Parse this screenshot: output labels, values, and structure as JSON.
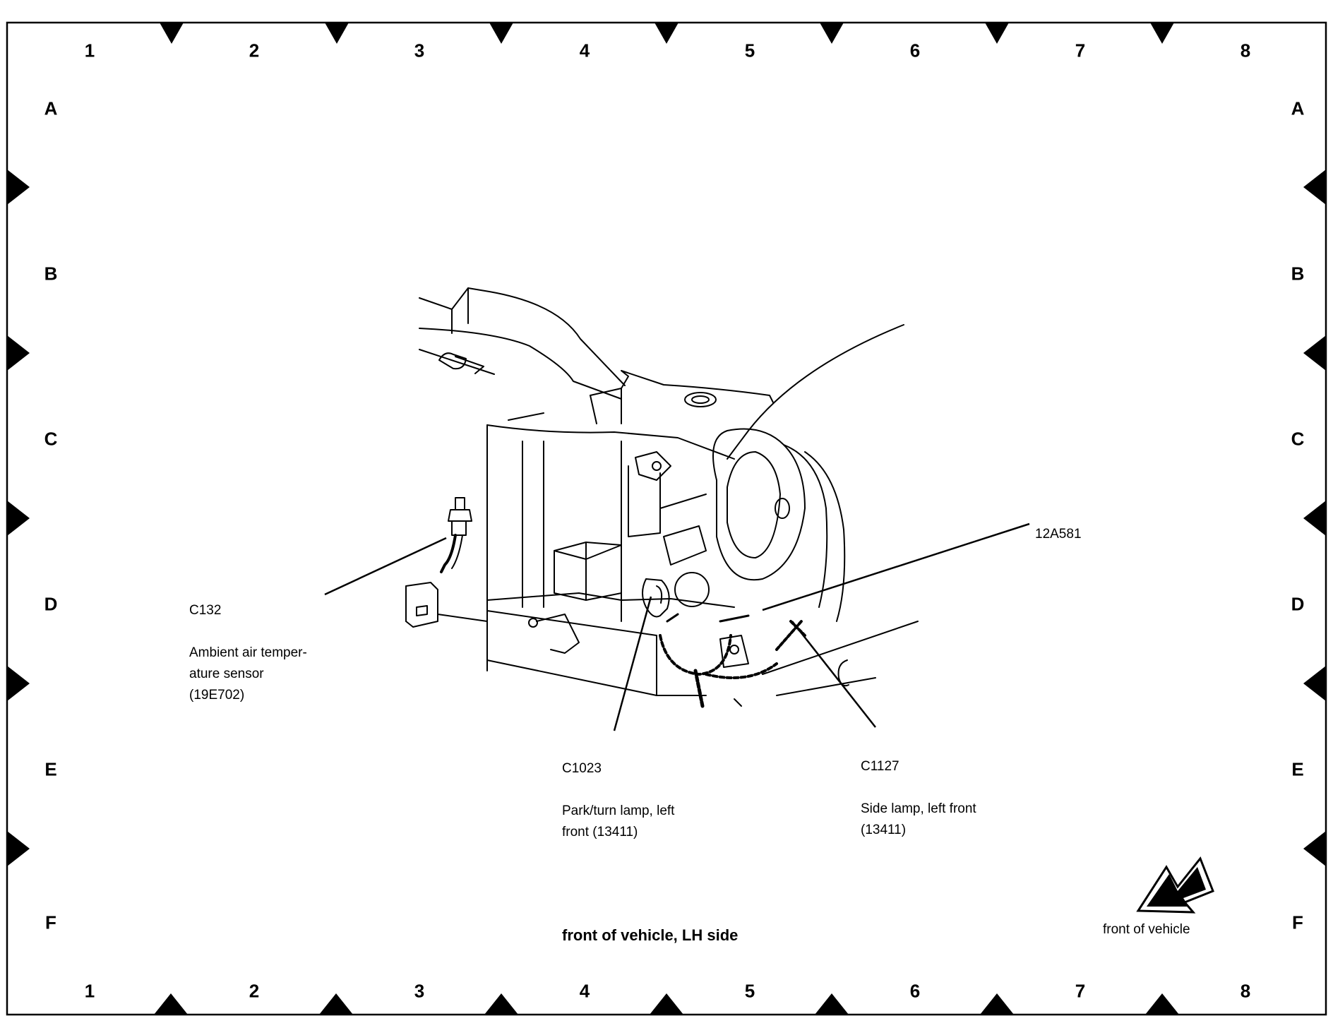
{
  "diagram": {
    "type": "component-location-view",
    "grid": {
      "columns": [
        "1",
        "2",
        "3",
        "4",
        "5",
        "6",
        "7",
        "8"
      ],
      "rows": [
        "A",
        "B",
        "C",
        "D",
        "E",
        "F"
      ]
    },
    "callouts": [
      {
        "id": "c132",
        "code": "C132",
        "description": "Ambient air temper-\nature sensor\n(19E702)"
      },
      {
        "id": "c1023",
        "code": "C1023",
        "description": "Park/turn lamp, left\nfront (13411)"
      },
      {
        "id": "c1127",
        "code": "C1127",
        "description": "Side lamp, left front\n(13411)"
      },
      {
        "id": "12a581",
        "code": "12A581",
        "description": ""
      }
    ],
    "caption": "front of vehicle, LH side",
    "orientation_indicator": {
      "icon": "front-direction-arrow-icon",
      "label": "front of vehicle"
    }
  }
}
